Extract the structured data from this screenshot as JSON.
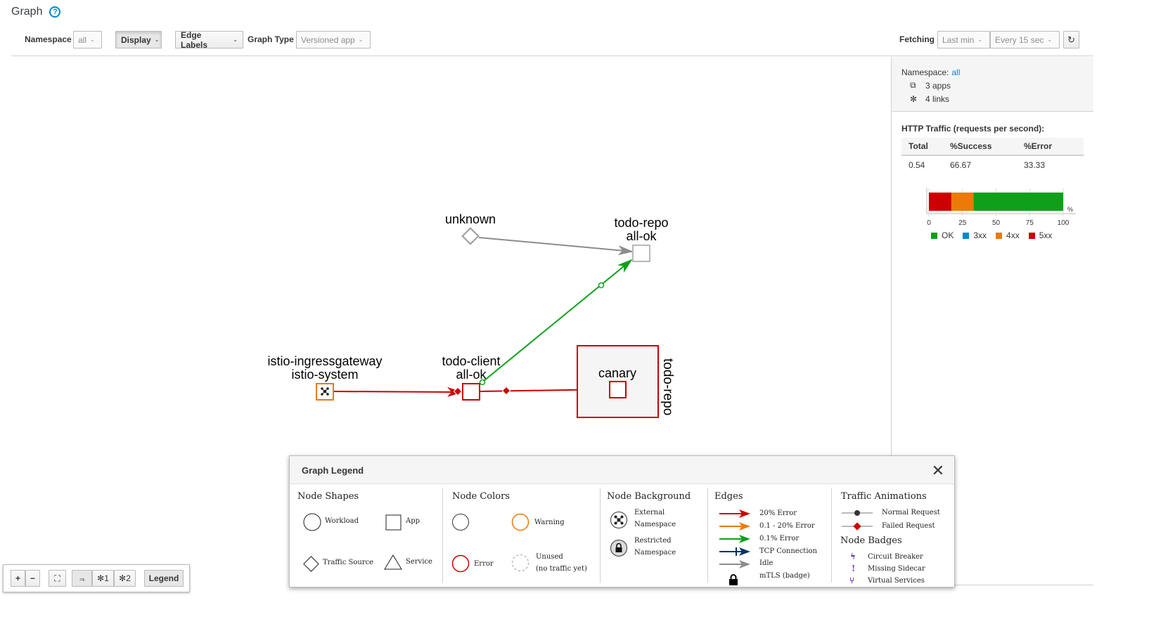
{
  "page": {
    "title": "Graph"
  },
  "toolbar": {
    "namespace_label": "Namespace",
    "namespace_value": "all",
    "display_label": "Display",
    "edge_labels_label": "Edge Labels",
    "graph_type_label": "Graph Type",
    "graph_type_value": "Versioned app",
    "fetching_label": "Fetching",
    "fetch_duration_value": "Last min",
    "refresh_interval_value": "Every 15 sec"
  },
  "graph": {
    "nodes": {
      "unknown": "unknown",
      "todo_repo_line1": "todo-repo",
      "todo_repo_line2": "all-ok",
      "ingress_line1": "istio-ingressgateway",
      "ingress_line2": "istio-system",
      "client_line1": "todo-client",
      "client_line2": "all-ok",
      "canary": "canary",
      "box_label": "todo-repo"
    },
    "colors": {
      "error": "#cc0000",
      "ok": "#0ea01b",
      "idle": "#8c8c8c",
      "warning": "#ec7a08"
    }
  },
  "side_panel": {
    "namespace_label": "Namespace:",
    "namespace_value": "all",
    "apps": "3 apps",
    "links": "4 links",
    "traffic_title": "HTTP Traffic (requests per second):",
    "headers": [
      "Total",
      "%Success",
      "%Error"
    ],
    "values": [
      "0.54",
      "66.67",
      "33.33"
    ],
    "bar_ticks": [
      "0",
      "25",
      "50",
      "75",
      "100"
    ],
    "bar_unit": "%",
    "legend": [
      {
        "label": "OK",
        "color": "#0ea01b"
      },
      {
        "label": "3xx",
        "color": "#0088ce"
      },
      {
        "label": "4xx",
        "color": "#ec7a08"
      },
      {
        "label": "5xx",
        "color": "#cc0000"
      }
    ]
  },
  "chart_data": {
    "type": "bar",
    "categories": [
      "HTTP Traffic"
    ],
    "series": [
      {
        "name": "5xx",
        "values": [
          16.67
        ]
      },
      {
        "name": "4xx",
        "values": [
          16.67
        ]
      },
      {
        "name": "OK",
        "values": [
          66.67
        ]
      }
    ],
    "xlim": [
      0,
      100
    ],
    "xlabel": "%"
  },
  "legend_panel": {
    "title": "Graph Legend",
    "node_shapes": {
      "heading": "Node Shapes",
      "workload": "Workload",
      "app": "App",
      "traffic_source": "Traffic Source",
      "service": "Service"
    },
    "node_colors": {
      "heading": "Node Colors",
      "warning": "Warning",
      "error": "Error",
      "unused_line1": "Unused",
      "unused_line2": "(no traffic yet)"
    },
    "node_background": {
      "heading": "Node Background",
      "external_line1": "External",
      "external_line2": "Namespace",
      "restricted_line1": "Restricted",
      "restricted_line2": "Namespace"
    },
    "edges": {
      "heading": "Edges",
      "e20": "20% Error",
      "e01_20": "0.1 - 20% Error",
      "e01": "0.1% Error",
      "tcp": "TCP Connection",
      "idle": "Idle",
      "mtls": "mTLS (badge)"
    },
    "traffic_animations": {
      "heading": "Traffic Animations",
      "normal": "Normal Request",
      "failed": "Failed Request"
    },
    "node_badges": {
      "heading": "Node Badges",
      "circuit_breaker": "Circuit Breaker",
      "missing_sidecar": "Missing Sidecar",
      "virtual_services": "Virtual Services"
    }
  },
  "graph_controls": {
    "layout1": "1",
    "layout2": "2",
    "legend": "Legend"
  }
}
